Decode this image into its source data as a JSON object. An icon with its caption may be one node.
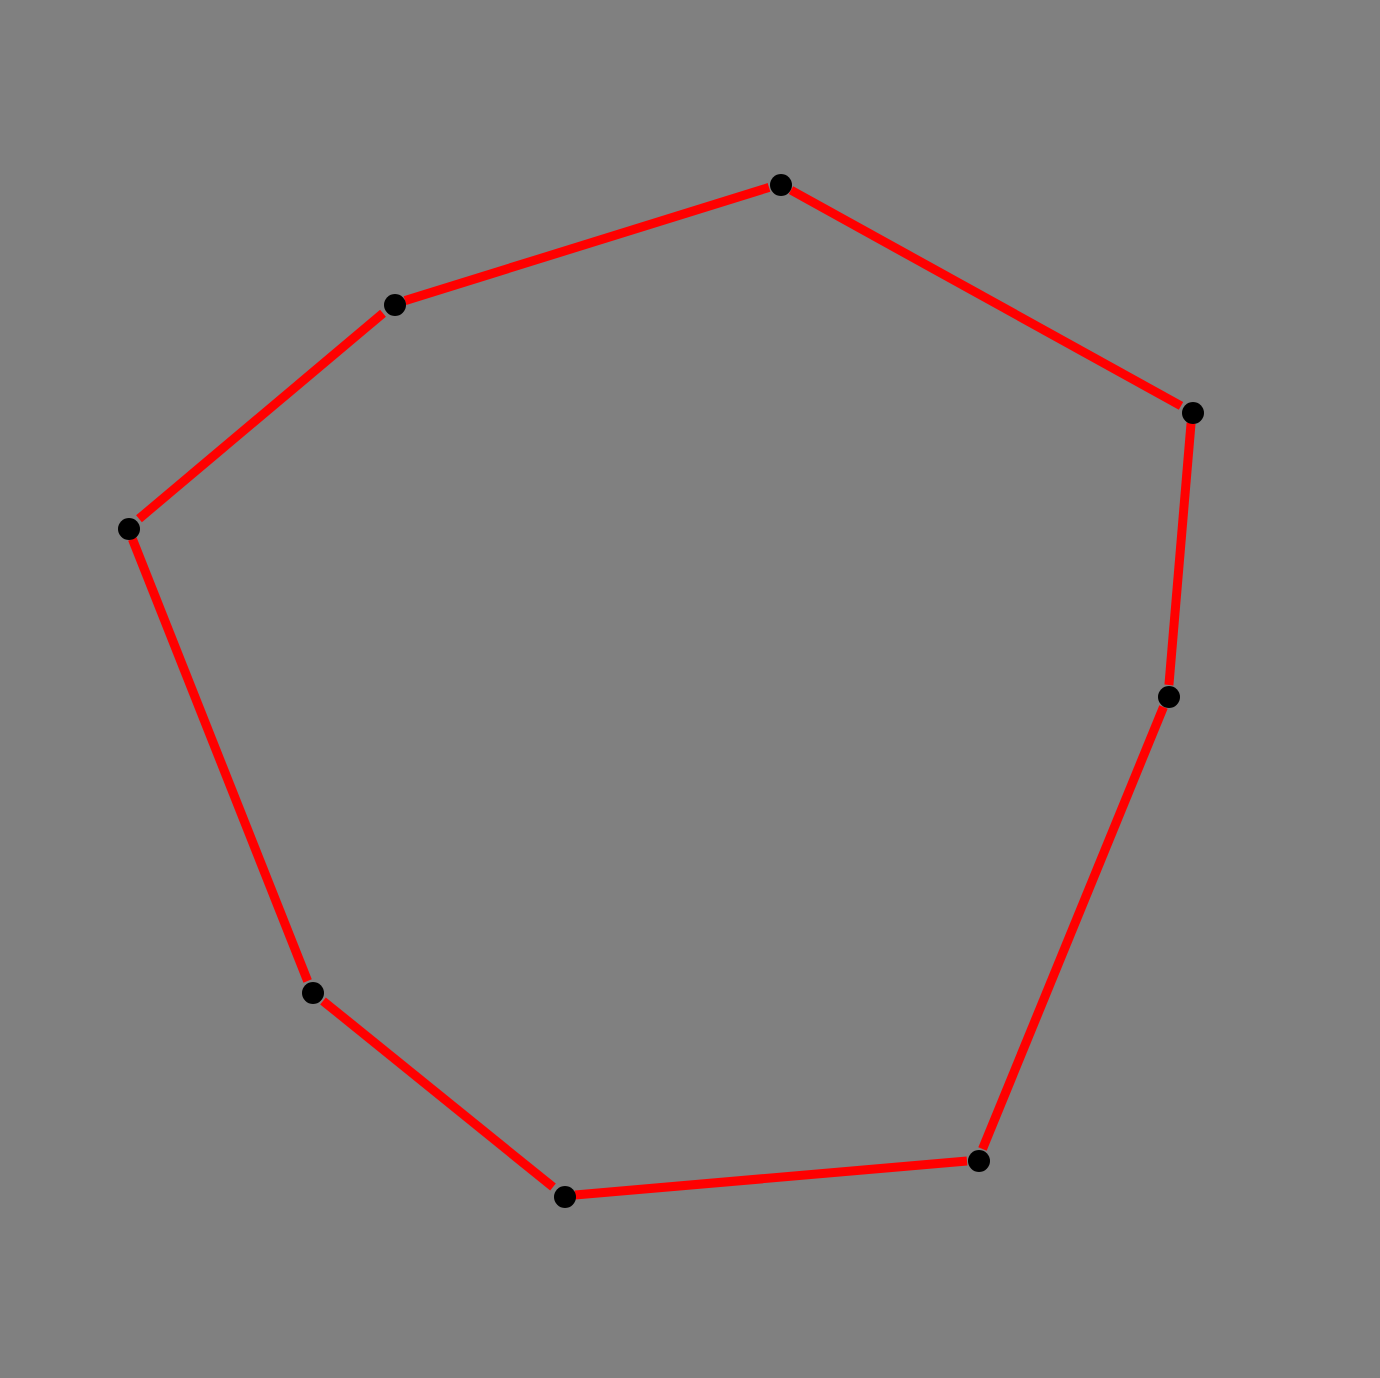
{
  "diagram": {
    "nodes": [
      {
        "text": [],
        "shape": "dot"
      },
      {
        "text": [],
        "shape": "dot"
      },
      {
        "text": [],
        "shape": "dot"
      },
      {
        "text": [],
        "shape": "dot"
      },
      {
        "text": [],
        "shape": "dot"
      },
      {
        "text": [],
        "shape": "dot"
      },
      {
        "text": [],
        "shape": "dot"
      },
      {
        "text": [],
        "shape": "dot"
      }
    ],
    "edges": [
      {
        "from": 1,
        "to": 0,
        "arrow": "none"
      },
      {
        "from": 0,
        "to": 2,
        "arrow": "none"
      },
      {
        "from": 2,
        "to": 4,
        "arrow": "none"
      },
      {
        "from": 4,
        "to": 6,
        "arrow": "none"
      },
      {
        "from": 6,
        "to": 7,
        "arrow": "none"
      },
      {
        "from": 7,
        "to": 5,
        "arrow": "none"
      },
      {
        "from": 5,
        "to": 3,
        "arrow": "none"
      },
      {
        "from": 3,
        "to": 1,
        "arrow": "none"
      }
    ]
  }
}
